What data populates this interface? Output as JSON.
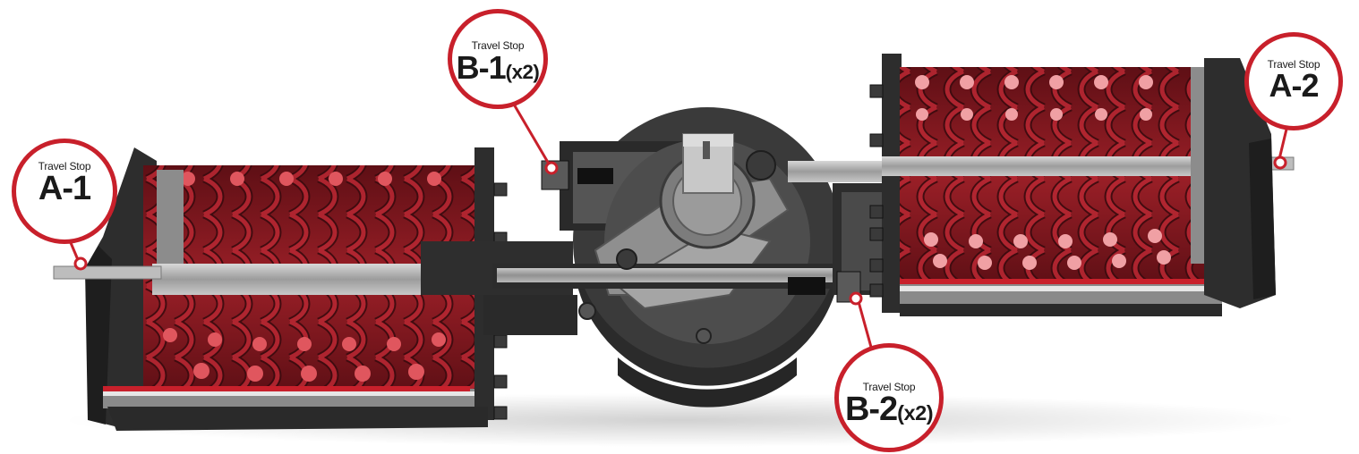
{
  "callouts": [
    {
      "id": "a1",
      "label": "Travel Stop",
      "code": "A-1",
      "qty": ""
    },
    {
      "id": "b1",
      "label": "Travel Stop",
      "code": "B-1",
      "qty": "(x2)"
    },
    {
      "id": "a2",
      "label": "Travel Stop",
      "code": "A-2",
      "qty": ""
    },
    {
      "id": "b2",
      "label": "Travel Stop",
      "code": "B-2",
      "qty": "(x2)"
    }
  ],
  "colors": {
    "accent": "#c8202b",
    "body_dark": "#2f2f2f",
    "body_mid": "#4a4a4a",
    "steel": "#a9a9a9",
    "spring_red": "#8a1c22",
    "spring_dark": "#5a0f14"
  }
}
